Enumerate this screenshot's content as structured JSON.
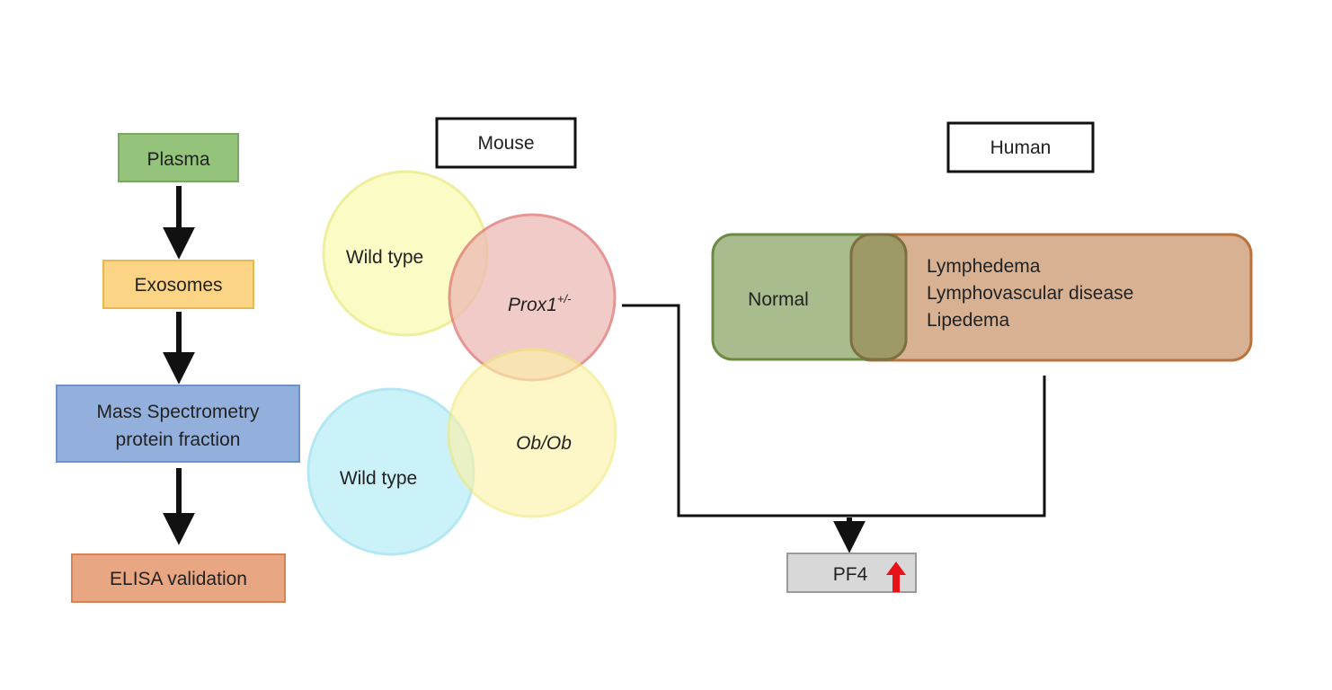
{
  "pipeline": {
    "steps": [
      {
        "label": "Plasma",
        "fill": "#94c47c",
        "stroke": "#7aa860"
      },
      {
        "label": "Exosomes",
        "fill": "#fbd585",
        "stroke": "#e6b84d"
      },
      {
        "label_lines": [
          "Mass Spectrometry",
          "protein fraction"
        ],
        "fill": "#93b0dd",
        "stroke": "#6e92c8"
      },
      {
        "label": "ELISA validation",
        "fill": "#e8a682",
        "stroke": "#d68355"
      }
    ]
  },
  "mouse": {
    "header": "Mouse",
    "circles": [
      {
        "label": "Wild type",
        "fill": "#fbfbc0",
        "stroke": "#eded93"
      },
      {
        "label": "Prox1",
        "superscript": "+/-",
        "fill": "#ecb8b4",
        "stroke": "#dc6e6b"
      },
      {
        "label": "Ob/Ob",
        "fill": "#fdf3a6",
        "stroke": "#f1e777"
      },
      {
        "label": "Wild type",
        "fill": "#c3f0f8",
        "stroke": "#a6e5f2"
      }
    ]
  },
  "human": {
    "header": "Human",
    "normal_label": "Normal",
    "normal_fill": "#a8bc8e",
    "normal_stroke": "#6d8a45",
    "disease_fill": "#d8b192",
    "disease_stroke": "#b9733e",
    "overlap_fill": "#9e9a68",
    "disease_labels": [
      "Lymphedema",
      "Lymphovascular disease",
      "Lipedema"
    ]
  },
  "result": {
    "label": "PF4",
    "fill": "#d8d8d8",
    "stroke": "#9a9a9a",
    "arrow_color": "#e8121b"
  }
}
